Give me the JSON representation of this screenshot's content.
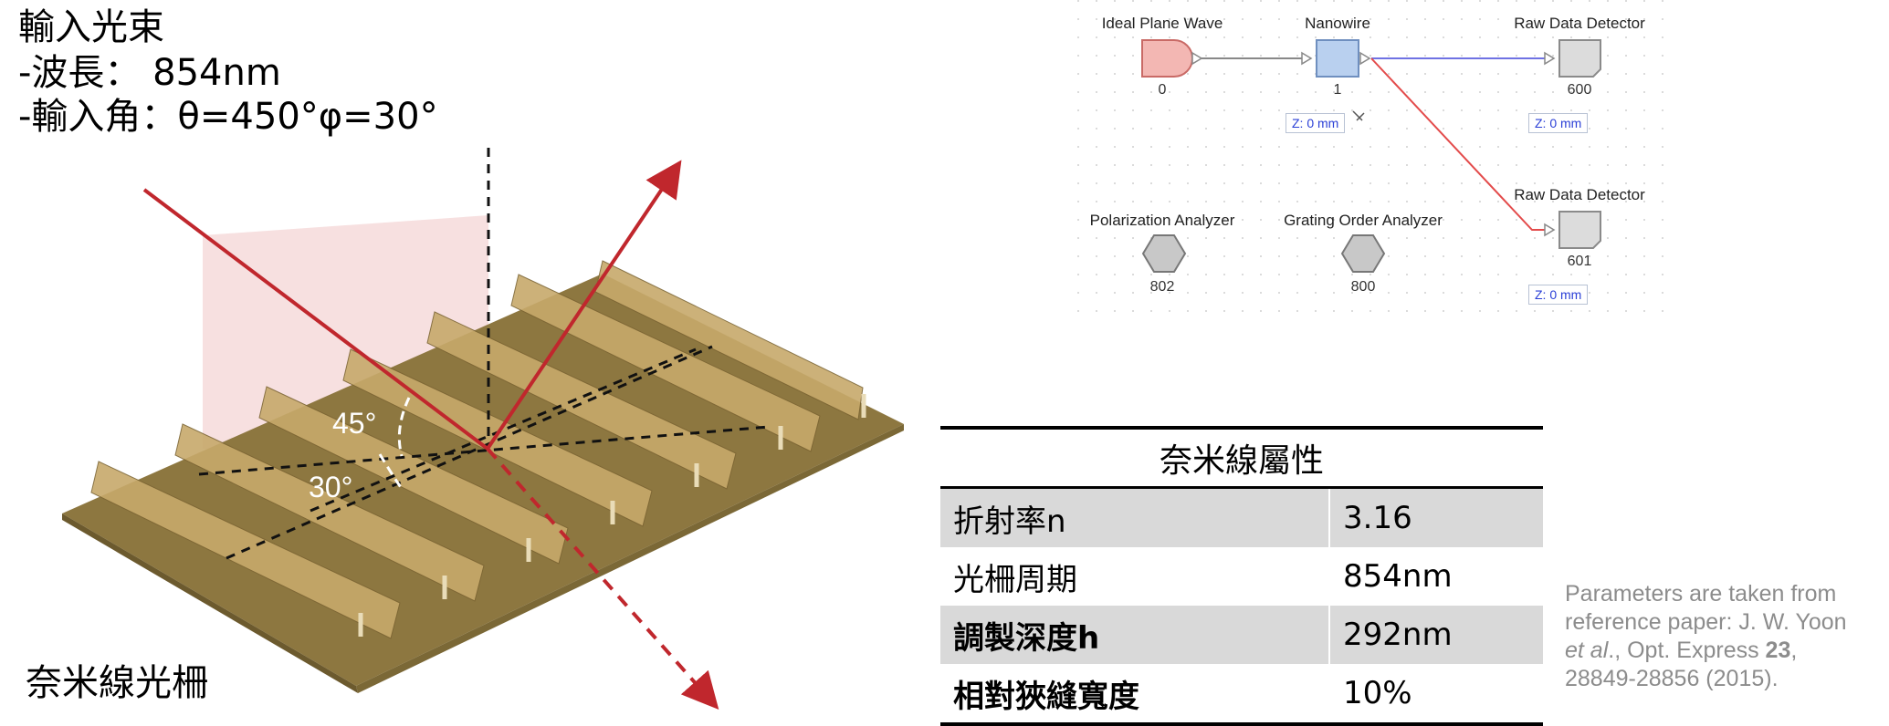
{
  "input_beam": {
    "title": "輸入光束",
    "wavelength_line": "-波長： 854nm",
    "angle_line": "-輸入角：θ=450°φ=30°"
  },
  "grating": {
    "label": "奈米線光柵",
    "angle_theta": "45°",
    "angle_phi": "30°"
  },
  "flow": {
    "nodes": [
      {
        "label": "Ideal Plane Wave",
        "id": "0"
      },
      {
        "label": "Nanowire",
        "id": "1",
        "z": "Z: 0 mm"
      },
      {
        "label": "Raw Data Detector",
        "id": "600",
        "z": "Z: 0 mm"
      },
      {
        "label": "Raw Data Detector",
        "id": "601",
        "z": "Z: 0 mm"
      },
      {
        "label": "Polarization Analyzer",
        "id": "802"
      },
      {
        "label": "Grating Order Analyzer",
        "id": "800"
      }
    ],
    "colors": {
      "source": "#f3b7b3",
      "component": "#b9d0ef",
      "detector": "#dcdcdc",
      "analyzer": "#c8c8c8",
      "blue_link": "#6f72e3",
      "red_link": "#e34b4b"
    }
  },
  "table": {
    "title": "奈米線屬性",
    "rows": [
      {
        "key": "折射率n",
        "value": "3.16"
      },
      {
        "key": "光柵周期",
        "value": "854nm"
      },
      {
        "key": "調製深度h",
        "value": "292nm"
      },
      {
        "key": "相對狹縫寬度",
        "value": "10%"
      }
    ]
  },
  "reference": {
    "line1": "Parameters are taken from",
    "line2": "reference paper: J. W. Yoon",
    "etal": "et al",
    "journal": "., Opt. Express ",
    "volume": "23",
    "tail": ",",
    "line4": "28849-28856 (2015)."
  }
}
